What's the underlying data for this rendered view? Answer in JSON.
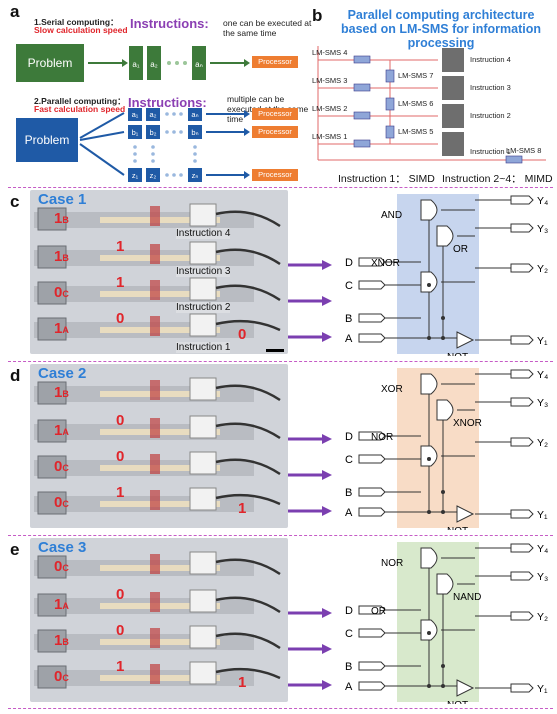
{
  "panel_a": {
    "letter": "a",
    "serial_title": "1.Serial computing：",
    "serial_sub": "Slow calculation speed",
    "serial_instr": "Instructions:",
    "serial_note": "one can be executed at the same time",
    "problem": "Problem",
    "processor": "Processor",
    "parallel_title": "2.Parallel computing：",
    "parallel_sub": "Fast calculation speed",
    "parallel_instr": "Instructions:",
    "parallel_note": "multiple can be executed at the same time",
    "serial_cells": [
      "a₁",
      "a₂",
      "aₙ"
    ],
    "parallel_rows": [
      [
        "a₁",
        "a₂",
        "aₙ"
      ],
      [
        "b₁",
        "b₂",
        "bₙ"
      ],
      [
        "z₁",
        "z₂",
        "zₙ"
      ]
    ]
  },
  "panel_b": {
    "letter": "b",
    "title": "Parallel computing architecture based on LM-SMS for information processing",
    "sms_left": [
      "LM-SMS 4",
      "LM-SMS 3",
      "LM-SMS 2",
      "LM-SMS 1"
    ],
    "sms_mid": [
      "LM-SMS 7",
      "LM-SMS 6",
      "LM-SMS 5"
    ],
    "sms_8": "LM-SMS 8",
    "instructions": [
      "Instruction 4",
      "Instruction 3",
      "Instruction 2",
      "Instruction 1"
    ],
    "footer_left": "Instruction 1： SIMD",
    "footer_right": "Instruction 2~4： MIMD"
  },
  "cases": [
    {
      "letter": "c",
      "title": "Case 1",
      "photo_bits": [
        [
          "1",
          "B"
        ],
        [
          "1",
          "B"
        ],
        [
          "0",
          "C"
        ],
        [
          "1",
          "A"
        ]
      ],
      "mid_bits": [
        "1",
        "1",
        "0"
      ],
      "end_bit": "0",
      "instr_labels": [
        "Instruction 4",
        "Instruction 3",
        "Instruction 2",
        "Instruction 1"
      ],
      "gates": [
        "AND",
        "OR",
        "XNOR",
        "NOT"
      ],
      "bg": "#c7d5ee"
    },
    {
      "letter": "d",
      "title": "Case 2",
      "photo_bits": [
        [
          "1",
          "B"
        ],
        [
          "1",
          "A"
        ],
        [
          "0",
          "C"
        ],
        [
          "0",
          "C"
        ]
      ],
      "mid_bits": [
        "0",
        "0",
        "1"
      ],
      "end_bit": "1",
      "instr_labels": [],
      "gates": [
        "XOR",
        "XNOR",
        "NOR",
        "NOT"
      ],
      "bg": "#f8dcc6"
    },
    {
      "letter": "e",
      "title": "Case 3",
      "photo_bits": [
        [
          "0",
          "C"
        ],
        [
          "1",
          "A"
        ],
        [
          "1",
          "B"
        ],
        [
          "0",
          "C"
        ]
      ],
      "mid_bits": [
        "0",
        "0",
        "1"
      ],
      "end_bit": "1",
      "instr_labels": [],
      "gates": [
        "NOR",
        "NAND",
        "OR",
        "NOT"
      ],
      "bg": "#d8e9cc"
    }
  ],
  "circuit": {
    "inputs": [
      "D",
      "C",
      "B",
      "A"
    ],
    "outputs": [
      "Y₄",
      "Y₃",
      "Y₂",
      "Y₁"
    ]
  },
  "colors": {
    "accent_blue": "#2f7fd6",
    "bit_red": "#e0252b",
    "arrow_purple": "#7b3fb0",
    "green_block": "#3d7a3a",
    "blue_block": "#1f5aa6",
    "orange_proc": "#ee7d31"
  }
}
